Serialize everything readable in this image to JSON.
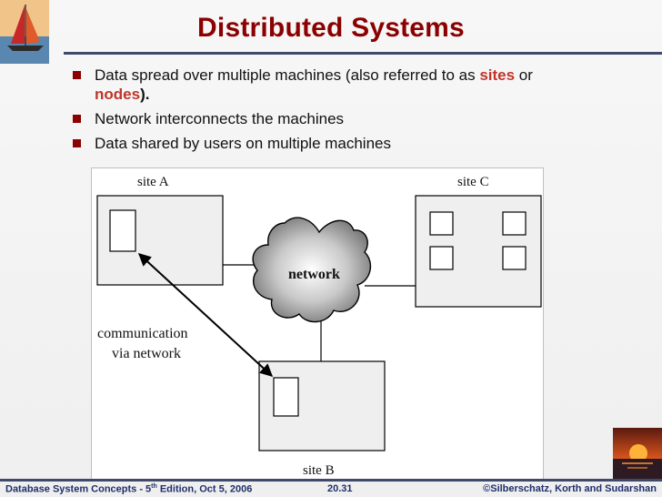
{
  "slide": {
    "title": "Distributed Systems",
    "bullets": [
      {
        "pre": "Data spread over multiple machines (also referred to as ",
        "term1": "sites",
        "mid": " or ",
        "term2": "nodes",
        "post": ")."
      },
      {
        "text": "Network interconnects the machines"
      },
      {
        "text": "Data shared by users on multiple machines"
      }
    ]
  },
  "figure": {
    "site_a_label": "site A",
    "site b_label": "site B",
    "site_b_label": "site B",
    "site_c_label": "site C",
    "network_label": "network",
    "communication_line1": "communication",
    "communication_line2": "via network"
  },
  "footer": {
    "left_pre": "Database System Concepts - 5",
    "left_sup": "th",
    "left_post": " Edition, Oct 5, 2006",
    "center": "20.31",
    "right": "©Silberschatz, Korth and Sudarshan"
  },
  "colors": {
    "title": "#8b0000",
    "highlight": "#c0352b",
    "footer_text": "#1f2f6b",
    "rule": "#3f4a6b"
  }
}
